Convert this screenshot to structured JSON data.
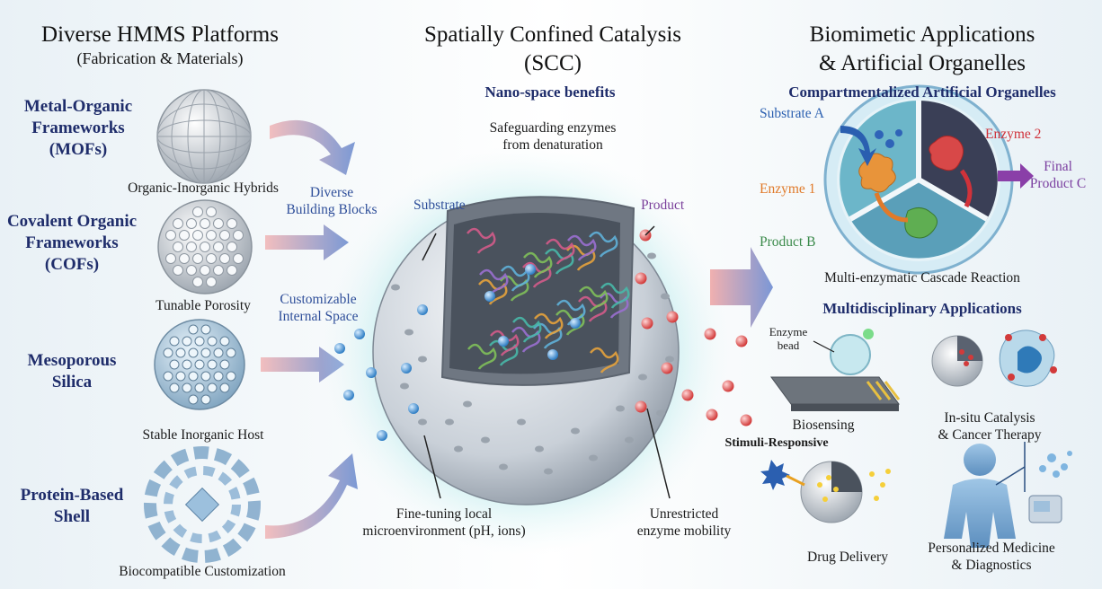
{
  "left": {
    "title": "Diverse HMMS Platforms",
    "subtitle": "(Fabrication & Materials)",
    "platforms": [
      {
        "name_lines": [
          "Metal-Organic",
          "Frameworks",
          "(MOFs)"
        ],
        "caption": "Organic-Inorganic Hybrids"
      },
      {
        "name_lines": [
          "Covalent Organic",
          "Frameworks",
          "(COFs)"
        ],
        "caption": "Tunable Porosity"
      },
      {
        "name_lines": [
          "Mesoporous",
          "Silica"
        ],
        "caption": "Stable Inorganic Host"
      },
      {
        "name_lines": [
          "Protein-Based",
          "Shell"
        ],
        "caption": "Biocompatible Customization"
      }
    ],
    "arrow_labels": [
      {
        "lines": [
          "Diverse",
          "Building Blocks"
        ]
      },
      {
        "lines": [
          "Customizable",
          "Internal Space"
        ]
      }
    ]
  },
  "center": {
    "title": "Spatially Confined Catalysis",
    "title_abbr": "(SCC)",
    "benefits_heading": "Nano-space benefits",
    "benefit_top": [
      "Safeguarding enzymes",
      "from denaturation"
    ],
    "substrate_label": "Substrate",
    "product_label": "Product",
    "bottom_left": [
      "Fine-tuning local",
      "microenvironment (pH, ions)"
    ],
    "bottom_right": [
      "Unrestricted",
      "enzyme mobility"
    ]
  },
  "right": {
    "title_line1": "Biomimetic Applications",
    "title_line2": "& Artificial Organelles",
    "organelle_heading": "Compartmentalized Artificial Organelles",
    "substrate_a": "Substrate A",
    "enzyme1": "Enzyme 1",
    "enzyme2": "Enzyme 2",
    "final_product": [
      "Final",
      "Product C"
    ],
    "product_b": "Product B",
    "cascade_caption": "Multi-enzymatic Cascade Reaction",
    "apps_heading": "Multidisciplinary Applications",
    "enzyme_bead": [
      "Enzyme",
      "bead"
    ],
    "biosensing": "Biosensing",
    "insitu": [
      "In-situ Catalysis",
      "& Cancer Therapy"
    ],
    "stimuli": "Stimuli-Responsive",
    "drug_delivery": "Drug Delivery",
    "personalized": [
      "Personalized Medicine",
      "& Diagnostics"
    ]
  },
  "colors": {
    "heading_blue": "#1f2d6b",
    "caption_blue": "#2f4f9a",
    "enzyme1_orange": "#e07a2a",
    "enzyme2_red": "#d0323a",
    "final_purple": "#7b3fa0",
    "productb_green": "#3a8a4a",
    "product_purple": "#7a3f9a"
  }
}
